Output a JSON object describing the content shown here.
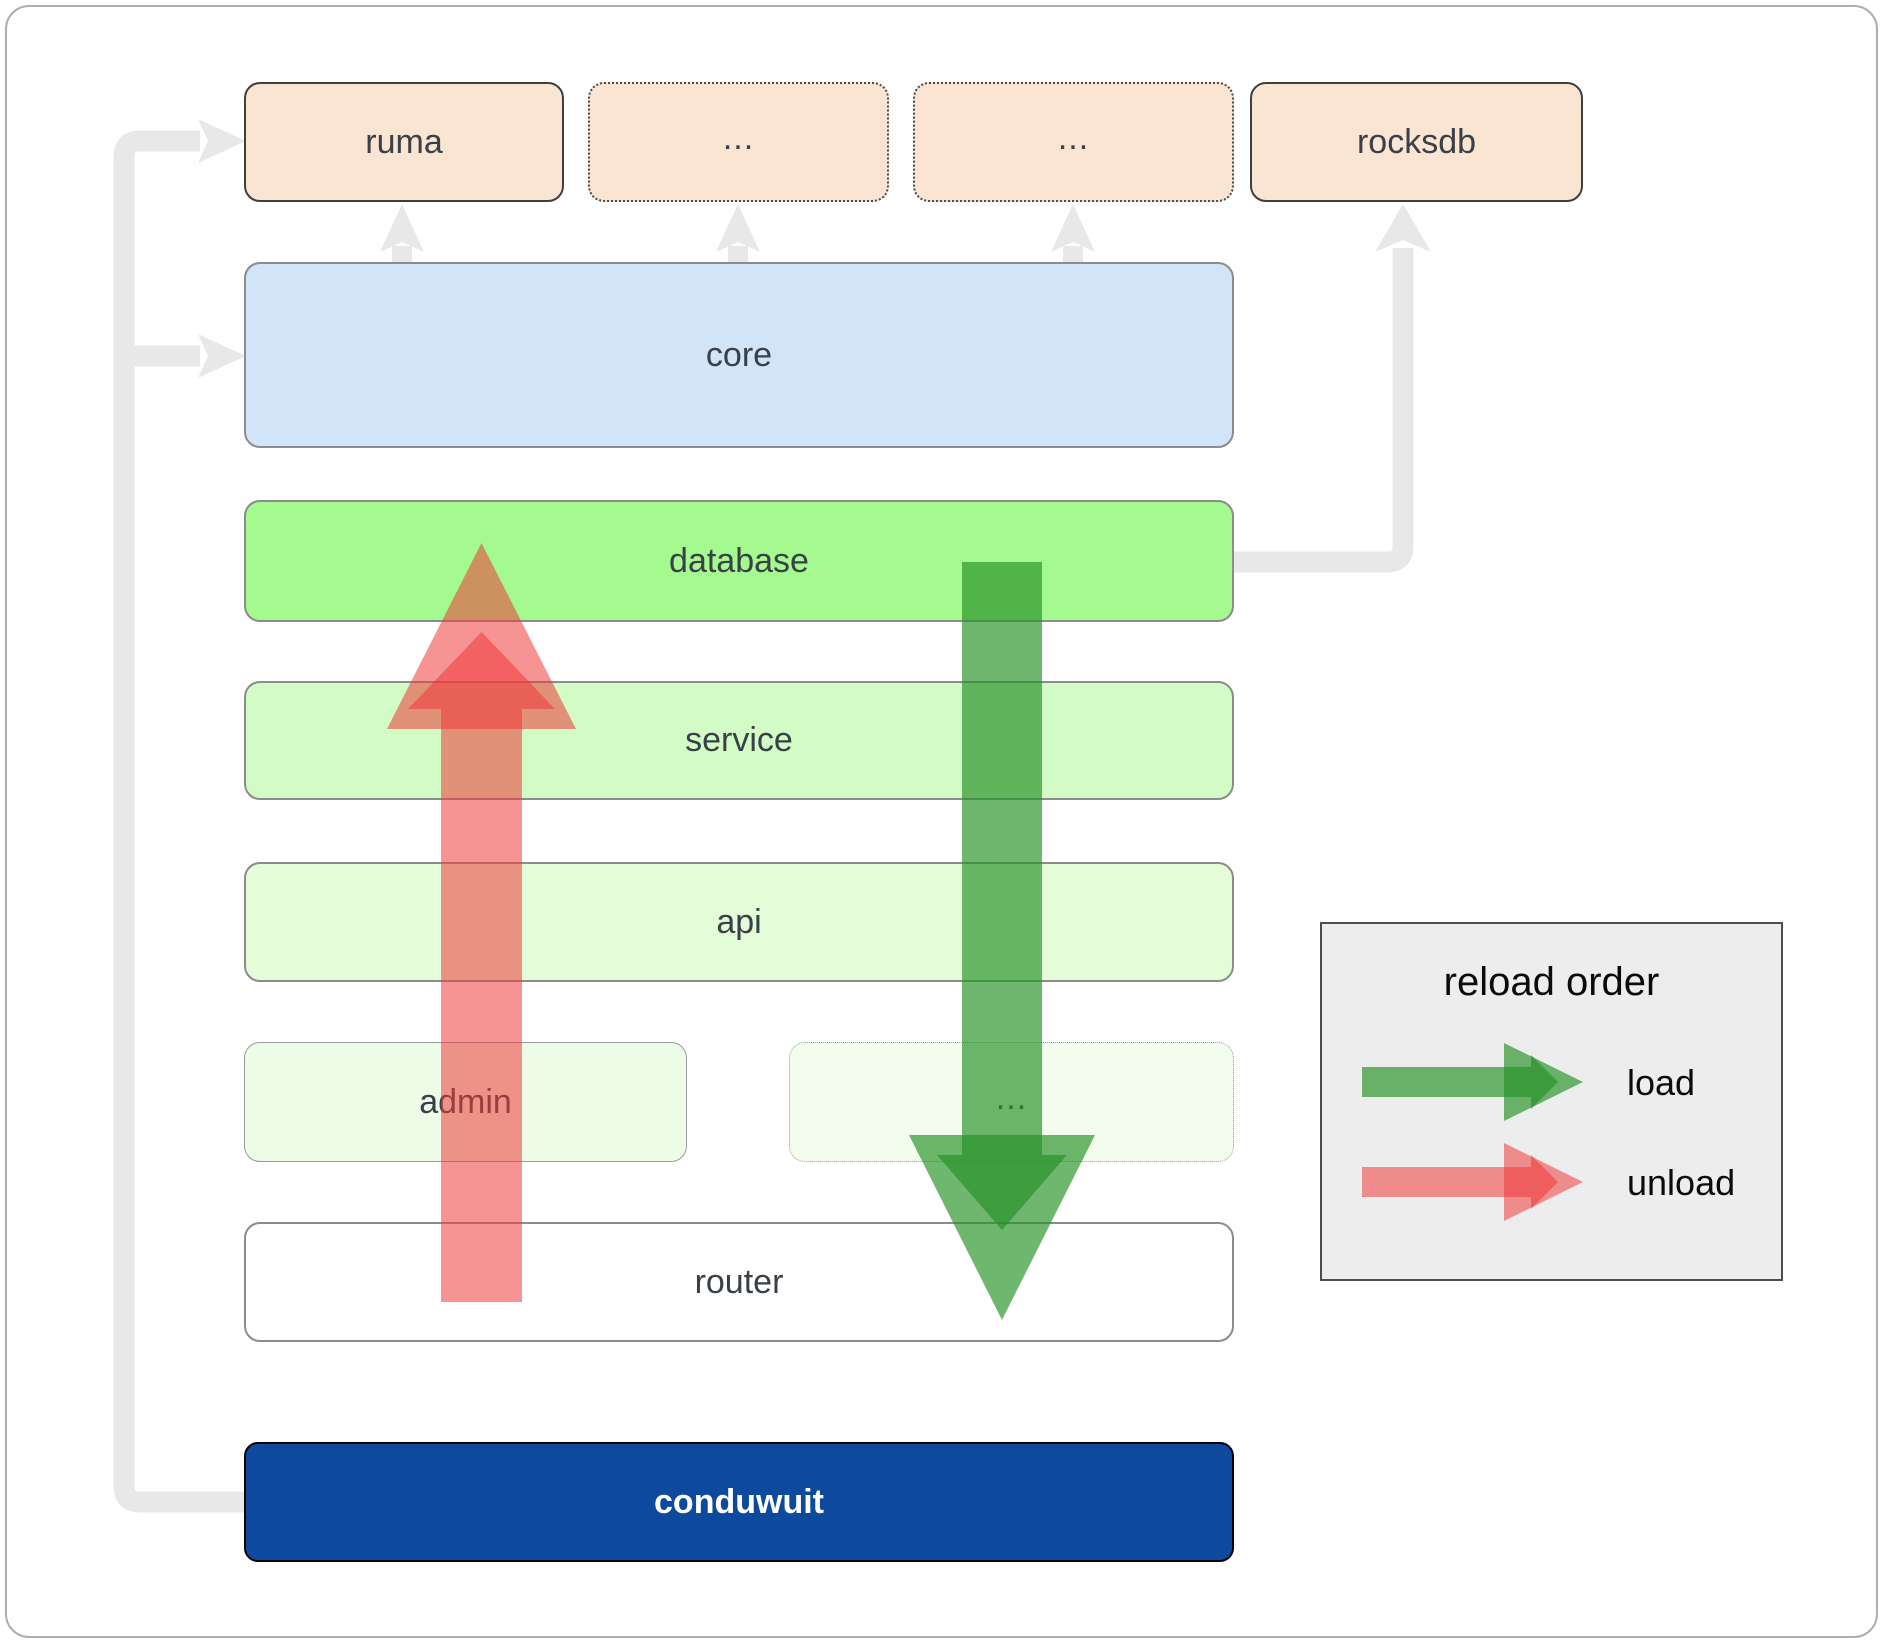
{
  "top_row": {
    "items": [
      {
        "label": "ruma"
      },
      {
        "label": "..."
      },
      {
        "label": "..."
      },
      {
        "label": "rocksdb"
      }
    ]
  },
  "stack": {
    "core": "core",
    "database": "database",
    "service": "service",
    "api": "api",
    "admin": "admin",
    "admin_ellipsis": "...",
    "router": "router",
    "app": "conduwuit"
  },
  "legend": {
    "title": "reload order",
    "load_label": "load",
    "unload_label": "unload"
  },
  "colors": {
    "load": "#259025",
    "unload": "#ef3b3b",
    "connector": "#e8e8e8"
  }
}
